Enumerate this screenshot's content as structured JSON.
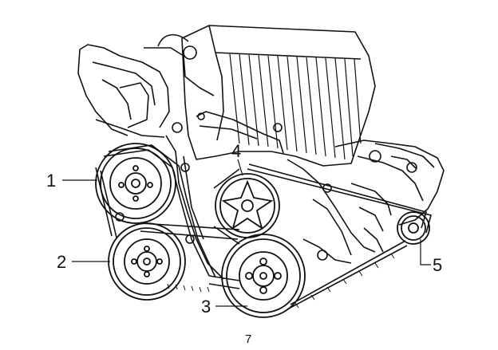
{
  "figure": {
    "number": "7",
    "callouts": [
      {
        "id": "1",
        "text": "1"
      },
      {
        "id": "2",
        "text": "2"
      },
      {
        "id": "3",
        "text": "3"
      },
      {
        "id": "4",
        "text": "4"
      },
      {
        "id": "5",
        "text": "5"
      }
    ]
  },
  "colors": {
    "ink": "#111111",
    "paper": "#ffffff"
  }
}
